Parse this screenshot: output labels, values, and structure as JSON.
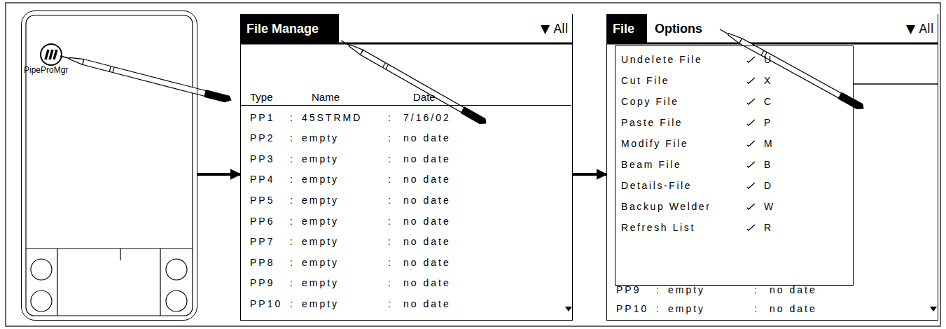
{
  "diagram": {
    "nodes": [
      {
        "text": [
          "PipeProMgr"
        ]
      },
      {
        "text": [
          "File Manage",
          "▼ All"
        ]
      },
      {
        "text": [
          "Type",
          "Name",
          "Date",
          "PP1",
          ":",
          "45STRMD",
          ":",
          "7/16/02",
          "PP2",
          ":",
          "empty",
          ":",
          "no date",
          "PP3",
          ":",
          "empty",
          ":",
          "no date",
          "PP4",
          ":",
          "empty",
          ":",
          "no date",
          "PP5",
          ":",
          "empty",
          ":",
          "no date",
          "PP6",
          ":",
          "empty",
          ":",
          "no date",
          "PP7",
          ":",
          "empty",
          ":",
          "no date",
          "PP8",
          ":",
          "empty",
          ":",
          "no date",
          "PP9",
          ":",
          "empty",
          ":",
          "no date",
          "PP10",
          ":",
          "empty",
          ":",
          "no date"
        ],
        "in": 1
      },
      {
        "text": [
          "File",
          "Options",
          "▼ All"
        ]
      },
      {
        "text": [
          "PP9",
          ":",
          "empty",
          ":",
          "no date",
          "PP10",
          ":",
          "empty",
          ":",
          "no date"
        ],
        "in": 3
      },
      {
        "text": [
          "Undelete File",
          "U",
          "Cut File",
          "X",
          "Copy File",
          "C",
          "Paste File",
          "P",
          "Modify File",
          "M",
          "Beam File",
          "B",
          "Details-File",
          "D",
          "Backup Welder",
          "W",
          "Refresh List",
          "R"
        ],
        "in": 3
      }
    ],
    "edges": [
      {
        "from": 0,
        "to": 1,
        "arrow": "to"
      },
      {
        "from": 1,
        "to": 3,
        "arrow": "to"
      }
    ]
  }
}
